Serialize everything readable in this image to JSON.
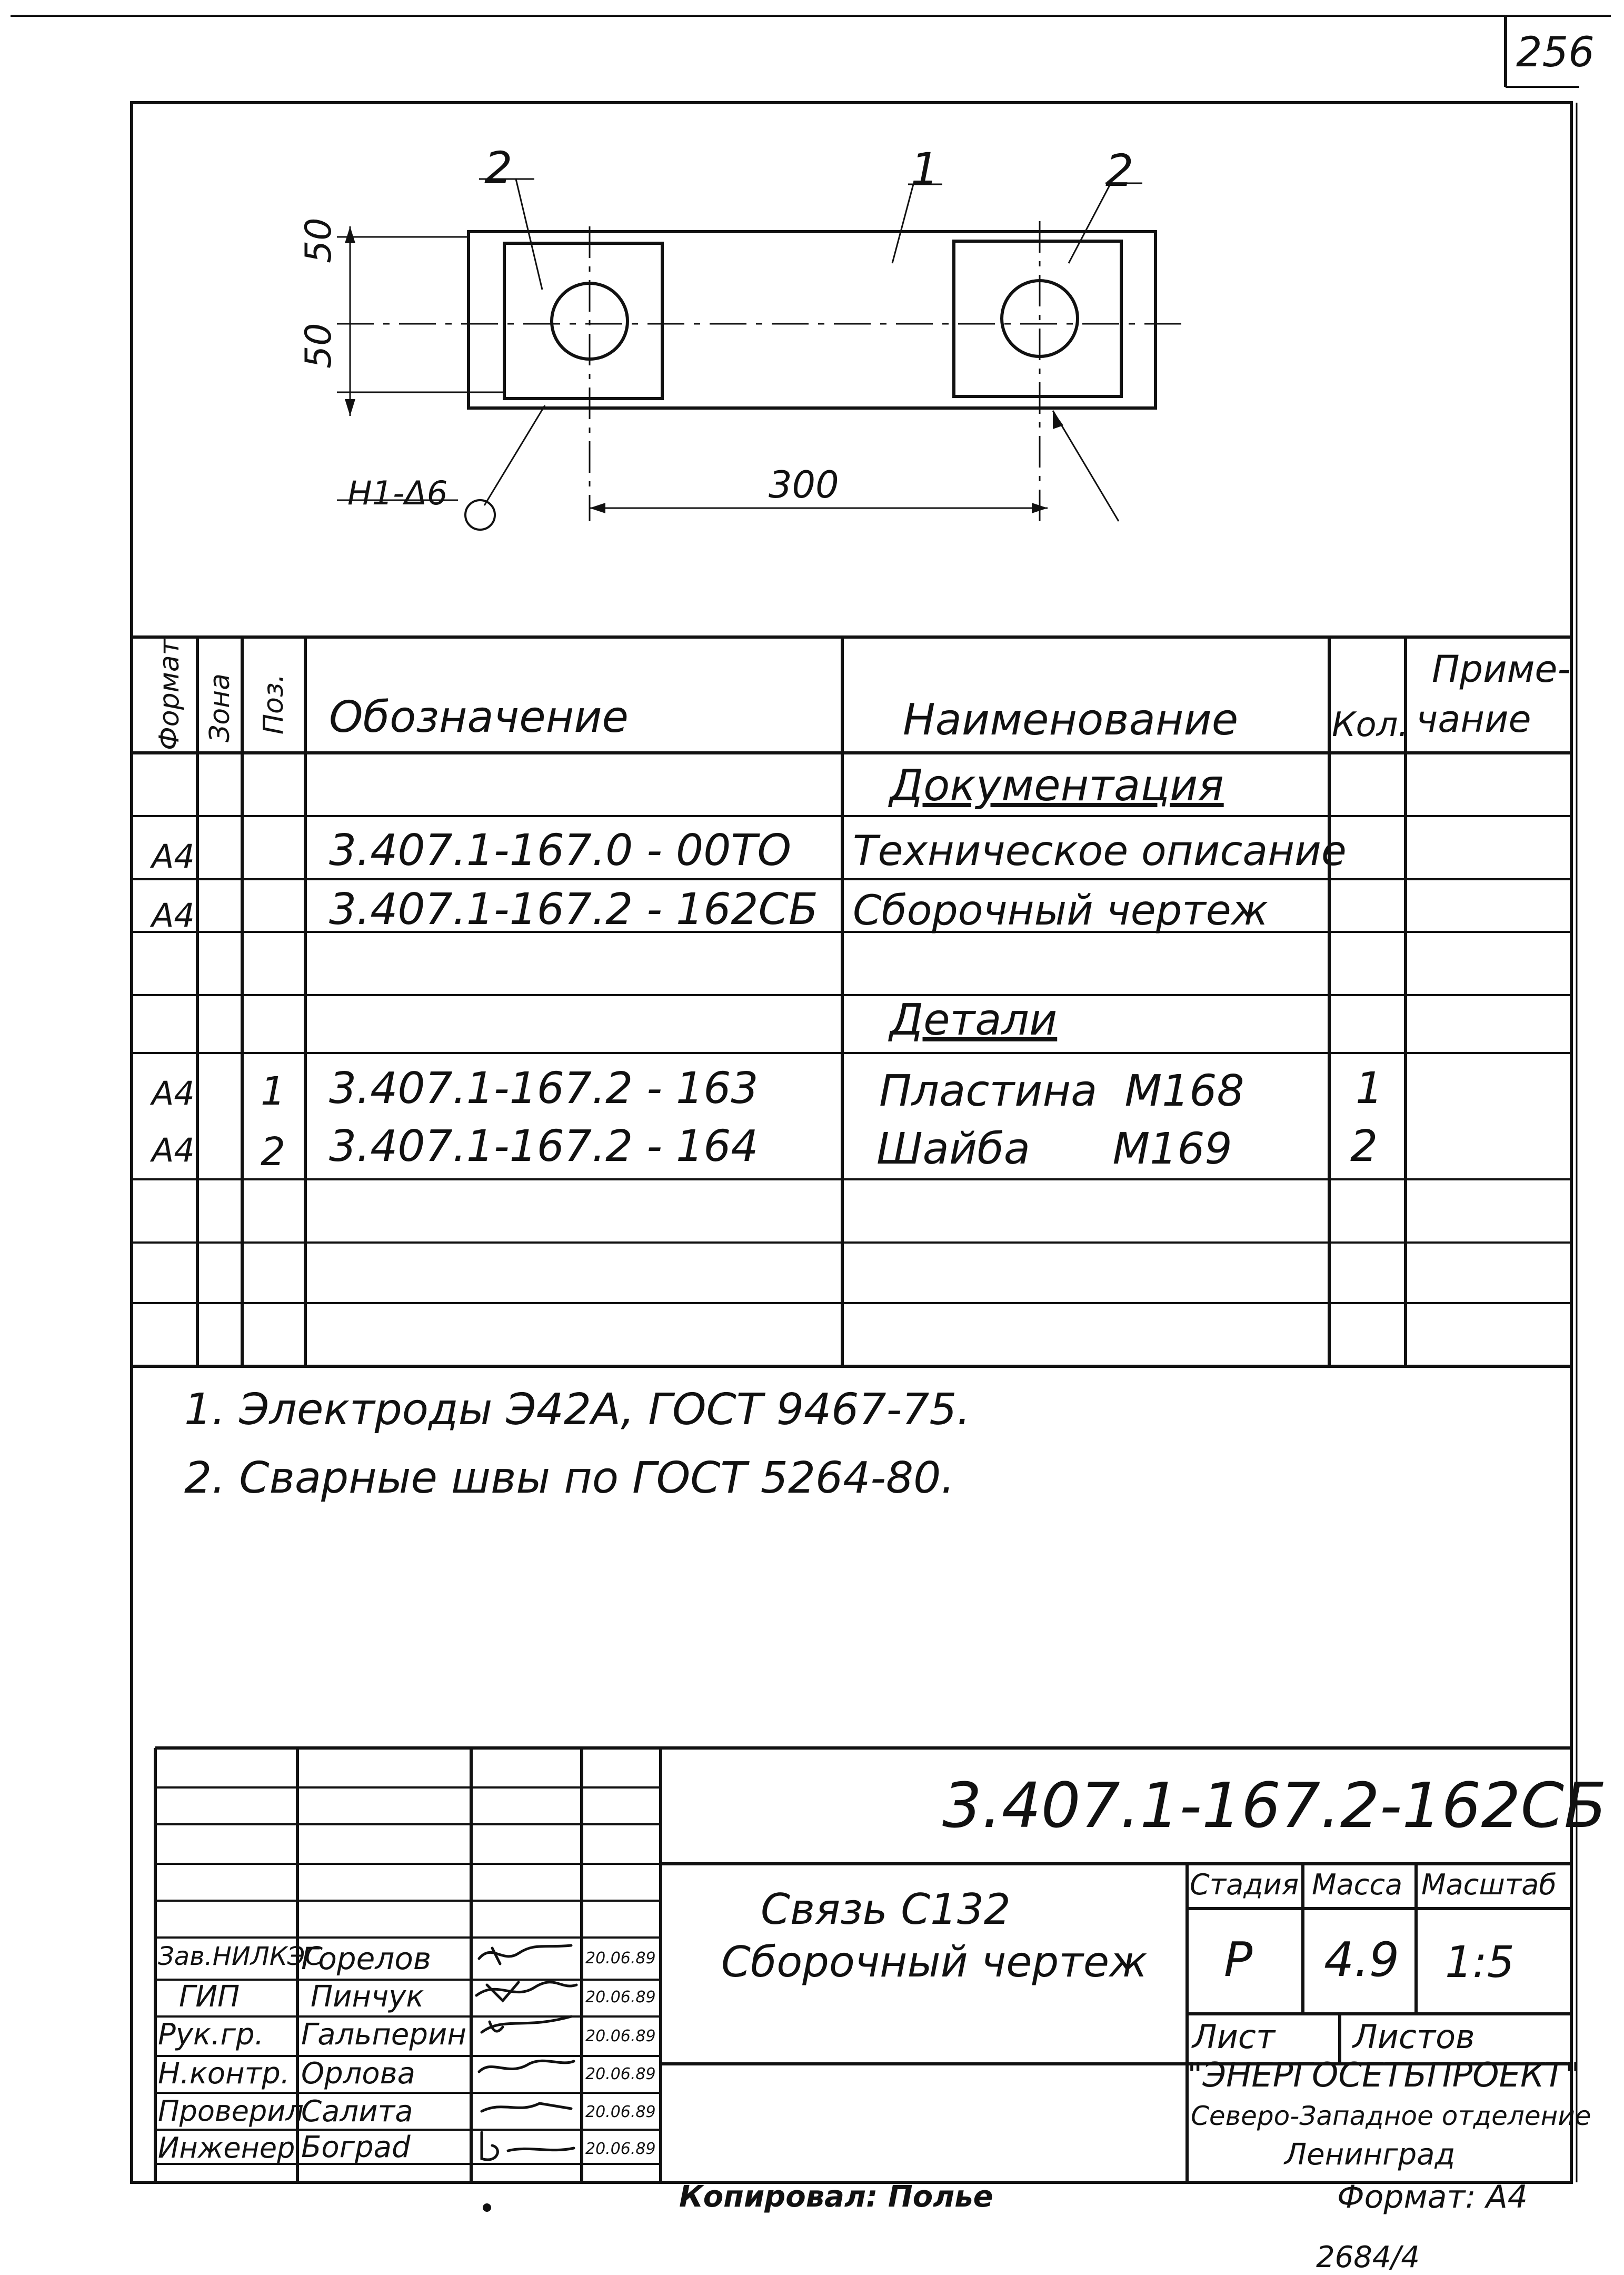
{
  "sheet_number": "256",
  "drawing": {
    "callouts": [
      "2",
      "1",
      "2"
    ],
    "dim_50_top": "50",
    "dim_50_bottom": "50",
    "dim_300": "300",
    "weld_mark": "Н1-Δ6"
  },
  "spec": {
    "headers": {
      "format": "Формат",
      "zone": "Зона",
      "pos": "Поз.",
      "designation": "Обозначение",
      "name": "Наименование",
      "qty": "Кол.",
      "note_line1": "Приме-",
      "note_line2": "чание"
    },
    "rows": [
      {
        "format": "",
        "pos": "",
        "designation": "",
        "name": "Документация",
        "qty": "",
        "section": true
      },
      {
        "format": "А4",
        "pos": "",
        "designation": "3.407.1-167.0 - 00ТО",
        "name": "Техническое описание",
        "qty": ""
      },
      {
        "format": "А4",
        "pos": "",
        "designation": "3.407.1-167.2 - 162СБ",
        "name": "Сборочный чертеж",
        "qty": ""
      },
      {
        "format": "",
        "pos": "",
        "designation": "",
        "name": "",
        "qty": ""
      },
      {
        "format": "",
        "pos": "",
        "designation": "",
        "name": "Детали",
        "qty": "",
        "section": true
      },
      {
        "format": "А4",
        "pos": "1",
        "designation": "3.407.1-167.2 - 163",
        "name": "Пластина  М168",
        "qty": "1"
      },
      {
        "format": "А4",
        "pos": "2",
        "designation": "3.407.1-167.2 - 164",
        "name": "Шайба      М169",
        "qty": "2"
      }
    ]
  },
  "notes": [
    "1. Электроды Э42А, ГОСТ 9467-75.",
    "2. Сварные швы по ГОСТ 5264-80."
  ],
  "title_block": {
    "doc_code": "3.407.1-167.2-162СБ",
    "title_line1": "Связь С132",
    "title_line2": "Сборочный чертеж",
    "stage_label": "Стадия",
    "mass_label": "Масса",
    "scale_label": "Масштаб",
    "stage": "Р",
    "mass": "4.9",
    "scale": "1:5",
    "sheet_label": "Лист",
    "sheets_label": "Листов",
    "org_line1": "\"ЭНЕРГОСЕТЬПРОЕКТ\"",
    "org_line2": "Северо-Западное отделение",
    "org_line3": "Ленинград",
    "signers": [
      {
        "role": "Зав.НИЛКЭС",
        "name": "Горелов",
        "date": "20.06.89"
      },
      {
        "role": "ГИП",
        "name": "Пинчук",
        "date": "20.06.89"
      },
      {
        "role": "Рук.гр.",
        "name": "Гальперин",
        "date": "20.06.89"
      },
      {
        "role": "Н.контр.",
        "name": "Орлова",
        "date": "20.06.89"
      },
      {
        "role": "Проверил",
        "name": "Салита",
        "date": "20.06.89"
      },
      {
        "role": "Инженер",
        "name": "Бограd",
        "date": "20.06.89"
      }
    ]
  },
  "copied_by": "Копировал: Полье",
  "format_label": "Формат: А4",
  "archive_number": "2684/4"
}
